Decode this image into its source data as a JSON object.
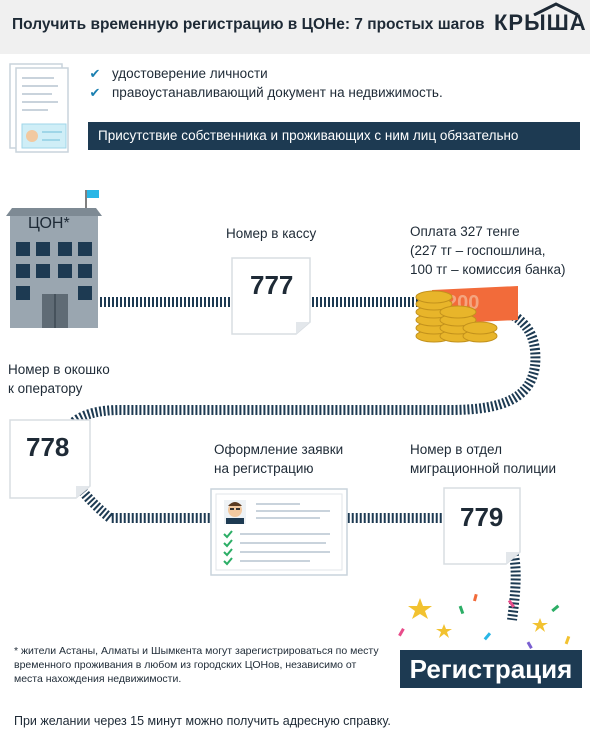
{
  "header": {
    "title": "Получить временную регистрацию в ЦОНе: 7 простых шагов",
    "brand": "КРЫША"
  },
  "documents": {
    "items": [
      "удостоверение личности",
      "правоустанавливающий документ на недвижимость."
    ],
    "notice": "Присутствие собственника и проживающих с ним лиц обязательно"
  },
  "steps": {
    "con_label": "ЦОН*",
    "cash_number_label": "Номер в кассу",
    "ticket_1": "777",
    "payment_line1": "Оплата 327 тенге",
    "payment_line2": "(227 тг – госпошлина,",
    "payment_line3": "100 тг – комиссия банка)",
    "banknote_value": "200",
    "window_line1": "Номер в окошко",
    "window_line2": "к оператору",
    "ticket_2": "778",
    "application_line1": "Оформление заявки",
    "application_line2": "на регистрацию",
    "police_line1": "Номер в отдел",
    "police_line2": "миграционной полиции",
    "ticket_3": "779",
    "final": "Регистрация"
  },
  "footnote": "* жители Астаны, Алматы и Шымкента могут зарегистрироваться по месту временного проживания в любом из городских ЦОНов, независимо от места нахождения недвижимости.",
  "bottom_note": "При желании через 15 минут можно получить адресную справку.",
  "colors": {
    "navy": "#1d3a52",
    "accent_blue": "#1a7fb0",
    "coin": "#e8b52a",
    "banknote": "#f26b3a"
  }
}
